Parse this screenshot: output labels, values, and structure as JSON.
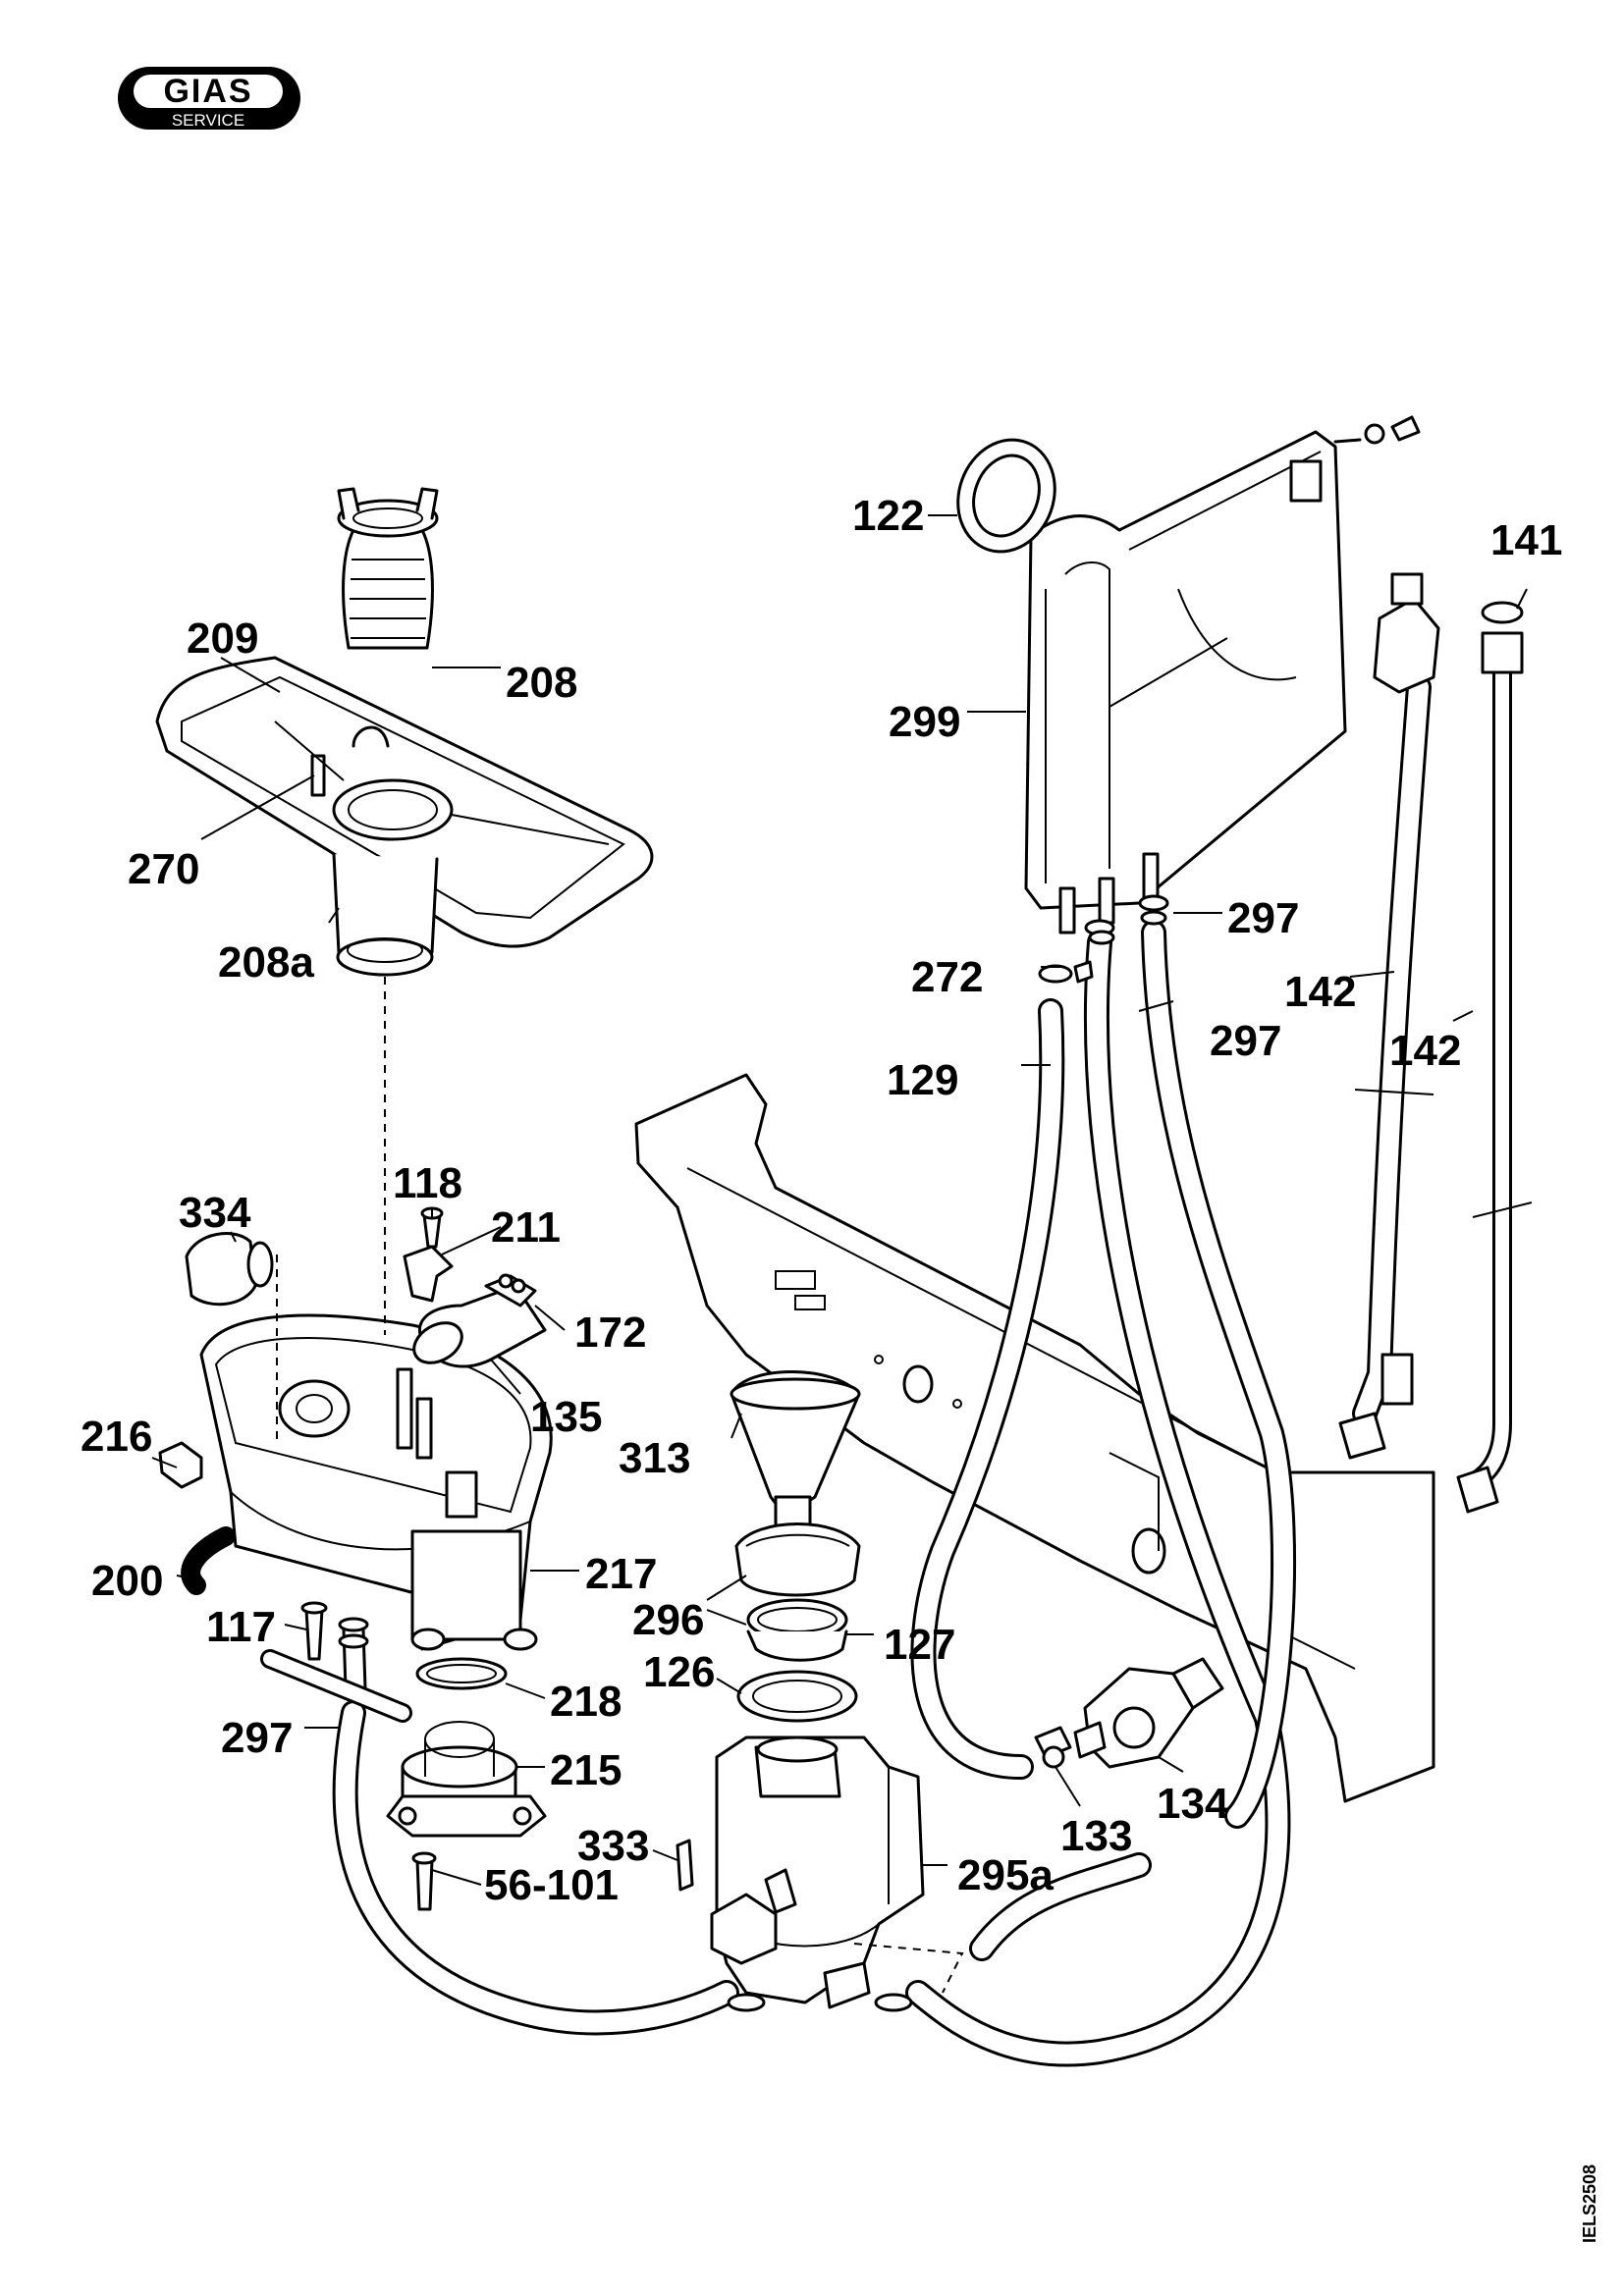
{
  "logo": {
    "brand": "GIAS",
    "sub": "SERVICE"
  },
  "doc_code": "IELS2508",
  "part_labels": [
    "122",
    "141",
    "209",
    "208",
    "299",
    "270",
    "297",
    "208a",
    "272",
    "142",
    "297",
    "142",
    "129",
    "118",
    "334",
    "211",
    "172",
    "135",
    "313",
    "216",
    "200",
    "217",
    "296",
    "117",
    "127",
    "126",
    "218",
    "297",
    "215",
    "133",
    "134",
    "333",
    "56-101",
    "295a"
  ]
}
